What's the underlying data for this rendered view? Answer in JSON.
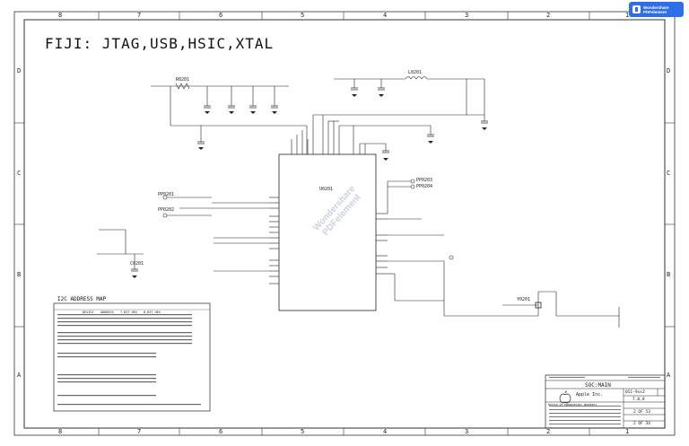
{
  "badge": {
    "line1": "Wondershare",
    "line2": "PDFelement"
  },
  "schematic_title": "FIJI: JTAG,USB,HSIC,XTAL",
  "zones": {
    "columns": [
      "8",
      "7",
      "6",
      "5",
      "4",
      "3",
      "2",
      "1"
    ],
    "rows": [
      "D",
      "C",
      "B",
      "A"
    ]
  },
  "refs": {
    "pp1": "PP0201",
    "pp2": "PP0202",
    "pp3": "PP0203",
    "pp4": "PP0204",
    "soc": "U0201",
    "x1": "Y0201",
    "q1": "R0201",
    "c1": "C0201",
    "l1": "L0201"
  },
  "watermark": {
    "line1": "Wondershare",
    "line2": "PDFelement"
  },
  "i2c": {
    "title": "I2C ADDRESS MAP",
    "headers": [
      "DEVICE",
      "ADDRESS",
      "7-BIT HEX",
      "8-BIT HEX"
    ]
  },
  "title_block": {
    "page_name": "SOC:MAIN",
    "company": "Apple Inc.",
    "doc_no": "051-9xx3",
    "rev": "7.0.0",
    "sheet1": "2 OF 53",
    "sheet2": "2 OF 34",
    "notice": "NOTICE OF PROPRIETARY PROPERTY"
  }
}
